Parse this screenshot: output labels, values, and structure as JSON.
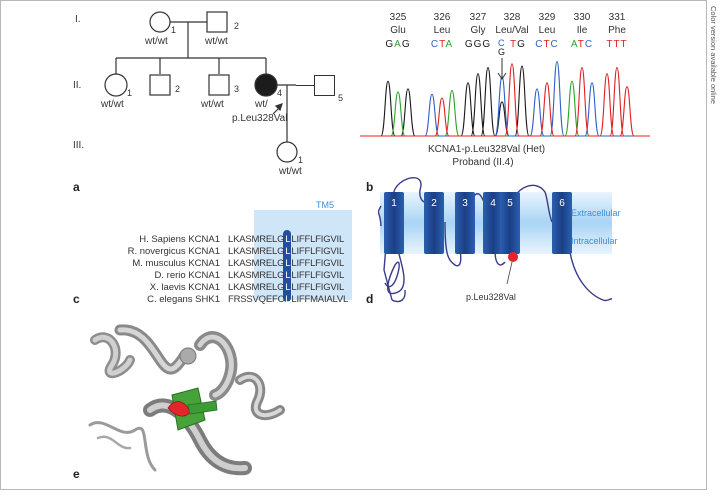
{
  "side_note": "Color version available online",
  "panels": {
    "a": {
      "label": "a",
      "generations": [
        "I.",
        "II.",
        "III."
      ],
      "individuals": [
        {
          "id": "1",
          "genotype": "wt/wt"
        },
        {
          "id": "2",
          "genotype": "wt/wt"
        },
        {
          "id": "1",
          "genotype": "wt/wt"
        },
        {
          "id": "2",
          "genotype": ""
        },
        {
          "id": "3",
          "genotype": "wt/wt"
        },
        {
          "id": "4",
          "genotype": "wt/",
          "genotype2": "p.Leu328Val"
        },
        {
          "id": "5",
          "genotype": ""
        },
        {
          "id": "1",
          "genotype": "wt/wt"
        }
      ]
    },
    "b": {
      "label": "b",
      "codons": [
        {
          "num": "325",
          "aa": "Glu",
          "seq": "GAG"
        },
        {
          "num": "326",
          "aa": "Leu",
          "seq": "CTA"
        },
        {
          "num": "327",
          "aa": "Gly",
          "seq": "GGG"
        },
        {
          "num": "328",
          "aa": "Leu/Val",
          "seq": "TG",
          "alt_top": "C",
          "alt_bottom": "G"
        },
        {
          "num": "329",
          "aa": "Leu",
          "seq": "CTC"
        },
        {
          "num": "330",
          "aa": "Ile",
          "seq": "ATC"
        },
        {
          "num": "331",
          "aa": "Phe",
          "seq": "TTT"
        }
      ],
      "caption1": "KCNA1-p.Leu328Val (Het)",
      "caption2": "Proband (II.4)"
    },
    "c": {
      "label": "c",
      "header": "TM5",
      "rows": [
        {
          "species": "H. Sapiens KCNA1",
          "pre": "LKASMRELG",
          "hl": "L",
          "post": "LIFFLFIGVIL"
        },
        {
          "species": "R. novergicus KCNA1",
          "pre": "LKASMRELG",
          "hl": "L",
          "post": "LIFFLFIGVIL"
        },
        {
          "species": "M. musculus KCNA1",
          "pre": "LKASMRELG",
          "hl": "L",
          "post": "LIFFLFIGVIL"
        },
        {
          "species": "D. rerio KCNA1",
          "pre": "LKASMRELG",
          "hl": "L",
          "post": "LIFFLFIGVIL"
        },
        {
          "species": "X. laevis KCNA1",
          "pre": "LKASMRELG",
          "hl": "L",
          "post": "LIFFLFIGVIL"
        },
        {
          "species": "C. elegans SHK1",
          "pre": "FRSSVQEFC",
          "hl": "L",
          "post": "LIFFMAIALVL"
        }
      ]
    },
    "d": {
      "label": "d",
      "segments": [
        "1",
        "2",
        "3",
        "4",
        "5",
        "6"
      ],
      "extracellular": "Extracellular",
      "intracellular": "Intracellular",
      "variant": "p.Leu328Val"
    },
    "e": {
      "label": "e"
    }
  },
  "colors": {
    "affected": "#1c1c1c",
    "accent_blue": "#2b6cc4",
    "membrane": "#a9d4f5",
    "helix": "#1f4f9e",
    "loop": "#3a3a8c",
    "variant_red": "#e3262b",
    "trace_A": "#2aa52a",
    "trace_C": "#2f5fc8",
    "trace_G": "#1a1a1a",
    "trace_T": "#e02020"
  }
}
